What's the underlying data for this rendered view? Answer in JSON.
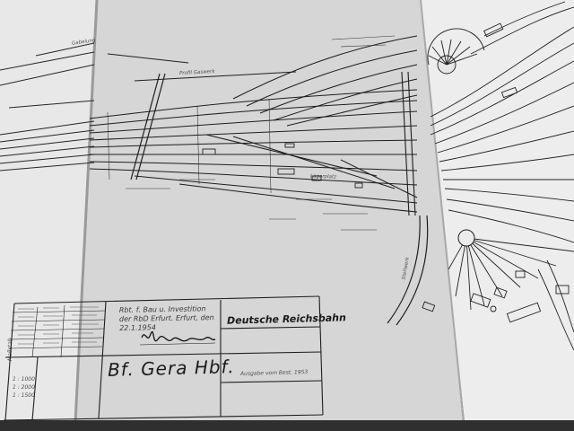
{
  "title_block": {
    "authority_note": "Rbt. f. Bau u. Investition der RbD Erfurt. Erfurt, den 22.1.1954",
    "railway_name": "Deutsche Reichsbahn",
    "station_name": "Bf.   Gera Hbf.",
    "issue_note": "Ausgabe vom Best. 1953",
    "scale_label": "Maßstab",
    "scales": [
      "1 : 1000",
      "1 : 2000",
      "1 : 1500"
    ],
    "signature": "signature-mark"
  },
  "plan_labels": {
    "upper_left": "Gabelung",
    "middle": "Profil Gaswerk",
    "lower_right": "Lagerplatz",
    "right_edge": "Stellwerk"
  },
  "colors": {
    "paper": "#ececec",
    "paper_shadow": "#bdbdbd",
    "ink": "#1e1e1e",
    "background": "#4d4d4d"
  }
}
